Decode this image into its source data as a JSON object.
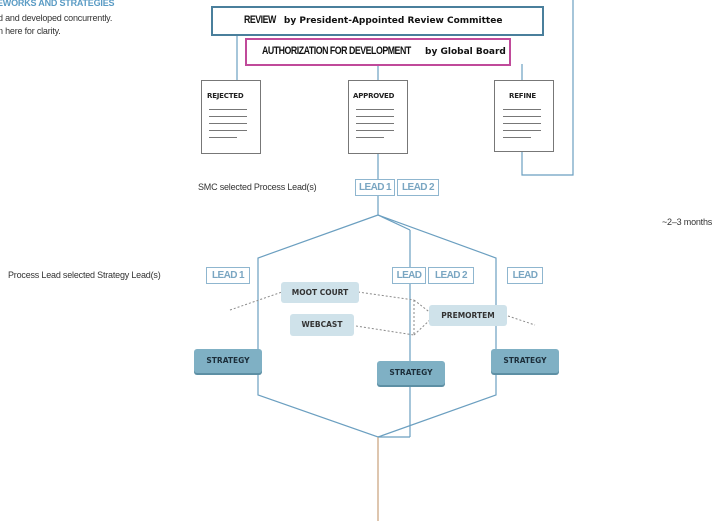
{
  "intro": {
    "heading": "EWORKS AND STRATEGIES",
    "line1": "d and developed concurrently.",
    "line2": "n here for clarity."
  },
  "review": {
    "strong": "REVIEW",
    "rest": " by President-Appointed Review Committee",
    "border_color": "#4a7f9c"
  },
  "authorization": {
    "strong": "AUTHORIZATION FOR DEVELOPMENT",
    "rest": " by Global Board",
    "border_color": "#c04a9a"
  },
  "outcomes": [
    "REJECTED",
    "APPROVED",
    "REFINE"
  ],
  "smc": {
    "label": "SMC selected Process Lead(s)",
    "leads": [
      "LEAD 1",
      "LEAD 2"
    ]
  },
  "duration": "~2–3 months",
  "process_lead": {
    "label": "Process Lead selected Strategy Lead(s)",
    "lead_left": "LEAD 1",
    "lead_mid_1": "LEAD",
    "lead_mid_2": "LEAD 2",
    "lead_right": "LEAD"
  },
  "activities": [
    "MOOT COURT",
    "WEBCAST",
    "PREMORTEM"
  ],
  "strategies": [
    "STRATEGY",
    "STRATEGY",
    "STRATEGY"
  ],
  "colors": {
    "line": "#6b9fc0",
    "lead_border": "#8fb6cf",
    "activity_fill": "#cfe2ea",
    "strategy_fill": "#7fb0c4",
    "bottom_line": "#c9a07a"
  }
}
